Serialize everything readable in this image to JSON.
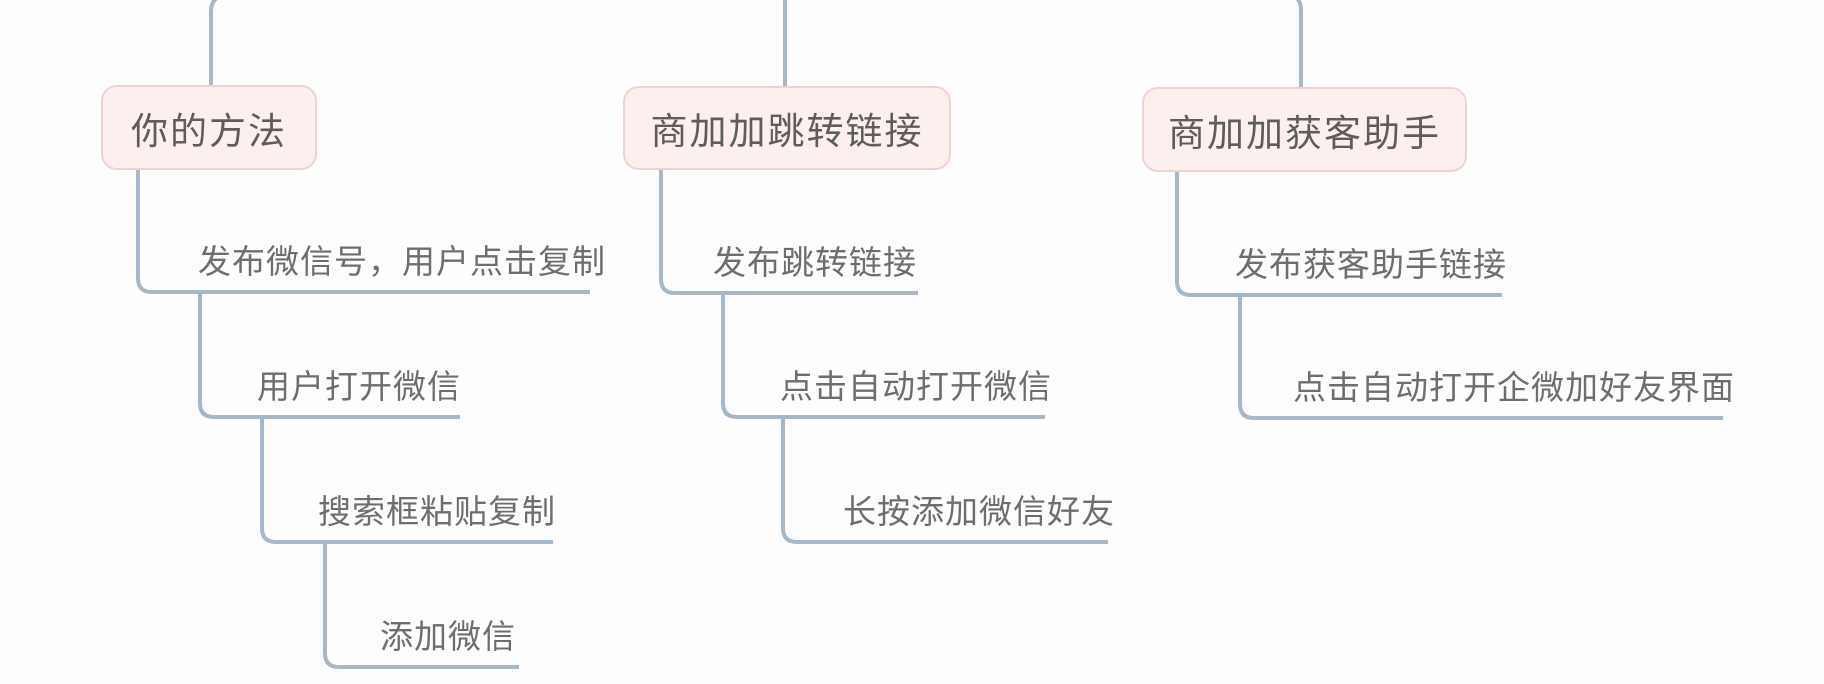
{
  "diagram": {
    "type": "mindmap-flow",
    "colors": {
      "background": "#fdfdfd",
      "line": "#a4b8c9",
      "box_fill": "#fcf0ee",
      "box_border": "#f0d3d1",
      "root_text": "#5d5d5d",
      "child_text": "#6e6e6e"
    },
    "trees": [
      {
        "root": "你的方法",
        "children": [
          "发布微信号，用户点击复制",
          "用户打开微信",
          "搜索框粘贴复制",
          "添加微信"
        ]
      },
      {
        "root": "商加加跳转链接",
        "children": [
          "发布跳转链接",
          "点击自动打开微信",
          "长按添加微信好友"
        ]
      },
      {
        "root": "商加加获客助手",
        "children": [
          "发布获客助手链接",
          "点击自动打开企微加好友界面"
        ]
      }
    ]
  }
}
